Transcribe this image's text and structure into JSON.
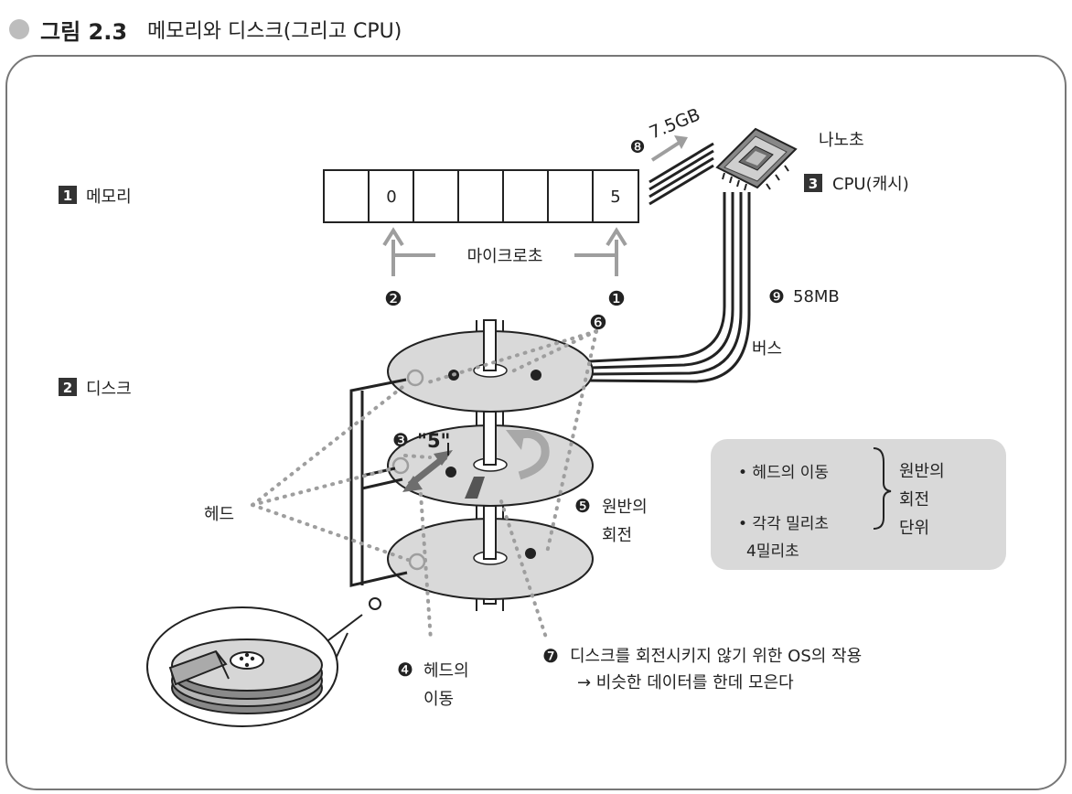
{
  "figure": {
    "number": "그림 2.3",
    "caption": "메모리와 디스크(그리고 CPU)"
  },
  "memory": {
    "badge": "1",
    "label": "메모리",
    "cells": [
      "",
      "0",
      "",
      "",
      "",
      "",
      "5"
    ],
    "access_label": "마이크로초",
    "step_left": "❷",
    "step_right": "❶"
  },
  "disk": {
    "badge": "2",
    "label": "디스크"
  },
  "cpu": {
    "badge": "3",
    "label": "CPU(캐시)",
    "speed_label": "나노초",
    "throughput_step": "❽",
    "throughput": "7.5GB"
  },
  "bus": {
    "step": "❾",
    "throughput": "58MB",
    "label": "버스"
  },
  "annotations": {
    "read_step": "❸",
    "read_value": "\"5\"",
    "head_label": "헤드",
    "step4": "❹",
    "step4_line1": "헤드의",
    "step4_line2": "이동",
    "step5": "❺",
    "step5_line1": "원반의",
    "step5_line2": "회전",
    "step6": "❻",
    "step7": "❼",
    "step7_line1": "디스크를 회전시키지 않기 위한 OS의 작용",
    "step7_line2": "→ 비슷한 데이터를 한데 모은다"
  },
  "info_box": {
    "item1": "• 헤드의 이동",
    "item2": "• 각각 밀리초",
    "item2_sub": "4밀리초",
    "unit_line1": "원반의",
    "unit_line2": "회전",
    "unit_line3": "단위"
  }
}
